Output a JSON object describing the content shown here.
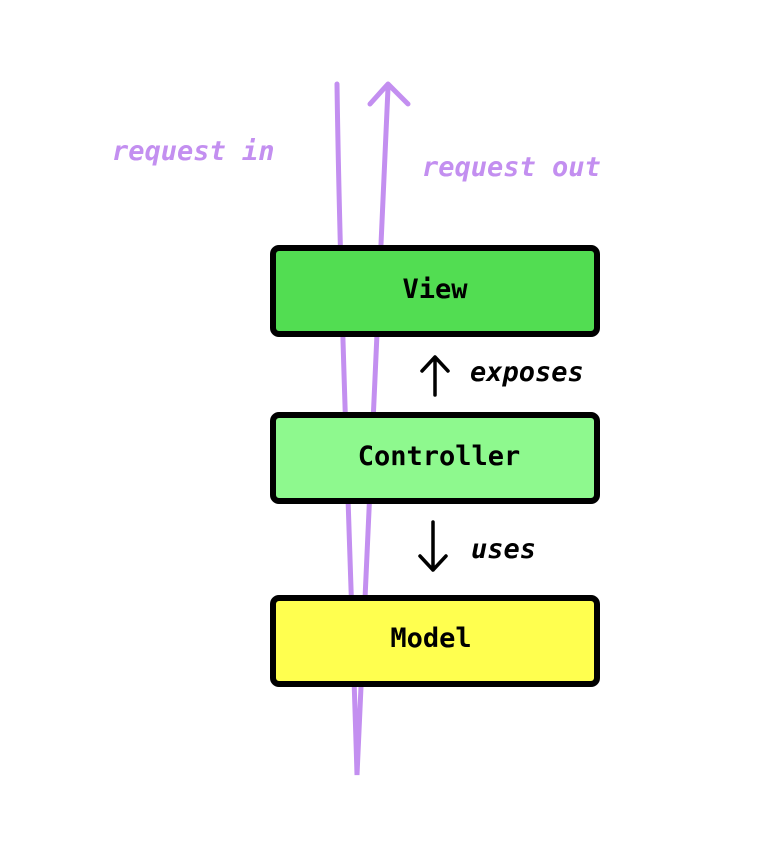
{
  "flow": {
    "request_in": "request in",
    "request_out": "request out",
    "color": "#c38ff0"
  },
  "layers": {
    "view": {
      "label": "View",
      "color": "#52dd52"
    },
    "controller": {
      "label": "Controller",
      "color": "#8ef98e"
    },
    "model": {
      "label": "Model",
      "color": "#ffff4f"
    }
  },
  "relations": {
    "exposes": {
      "label": "exposes",
      "icon": "arrow-up-icon"
    },
    "uses": {
      "label": "uses",
      "icon": "arrow-down-icon"
    }
  }
}
